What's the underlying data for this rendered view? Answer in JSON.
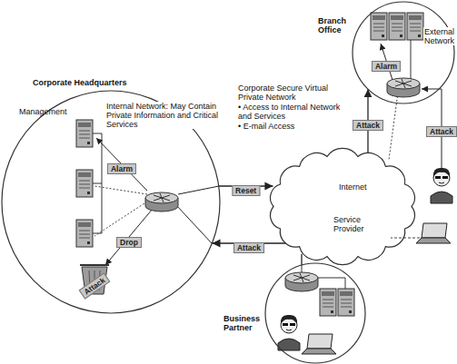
{
  "diagram": {
    "nodes": [
      {
        "text": [
          "Corporate Headquarters",
          "Management",
          "Internal Network: May Contain Private Information and Critical Services"
        ]
      },
      {
        "text": [
          "Branch Office"
        ]
      },
      {
        "text": [
          "Internet",
          "Service Provider"
        ]
      },
      {
        "text": [
          "Business Partner"
        ]
      }
    ],
    "edges": [
      {
        "from": 0,
        "to": 2,
        "label": "Reset",
        "arrow": "to"
      },
      {
        "from": 2,
        "to": 0,
        "label": "Attack",
        "arrow": "to"
      },
      {
        "from": 2,
        "to": 1,
        "label": "Attack",
        "arrow": "to"
      },
      {
        "from": 3,
        "to": 2,
        "arrow": "none"
      }
    ],
    "labels": [
      "Alarm",
      "Drop",
      "Attack",
      "Alarm",
      "Attack",
      "External Network",
      "Corporate Secure Virtual Private Network",
      "• Access to Internal Network and Services",
      "• E-mail Access"
    ]
  }
}
